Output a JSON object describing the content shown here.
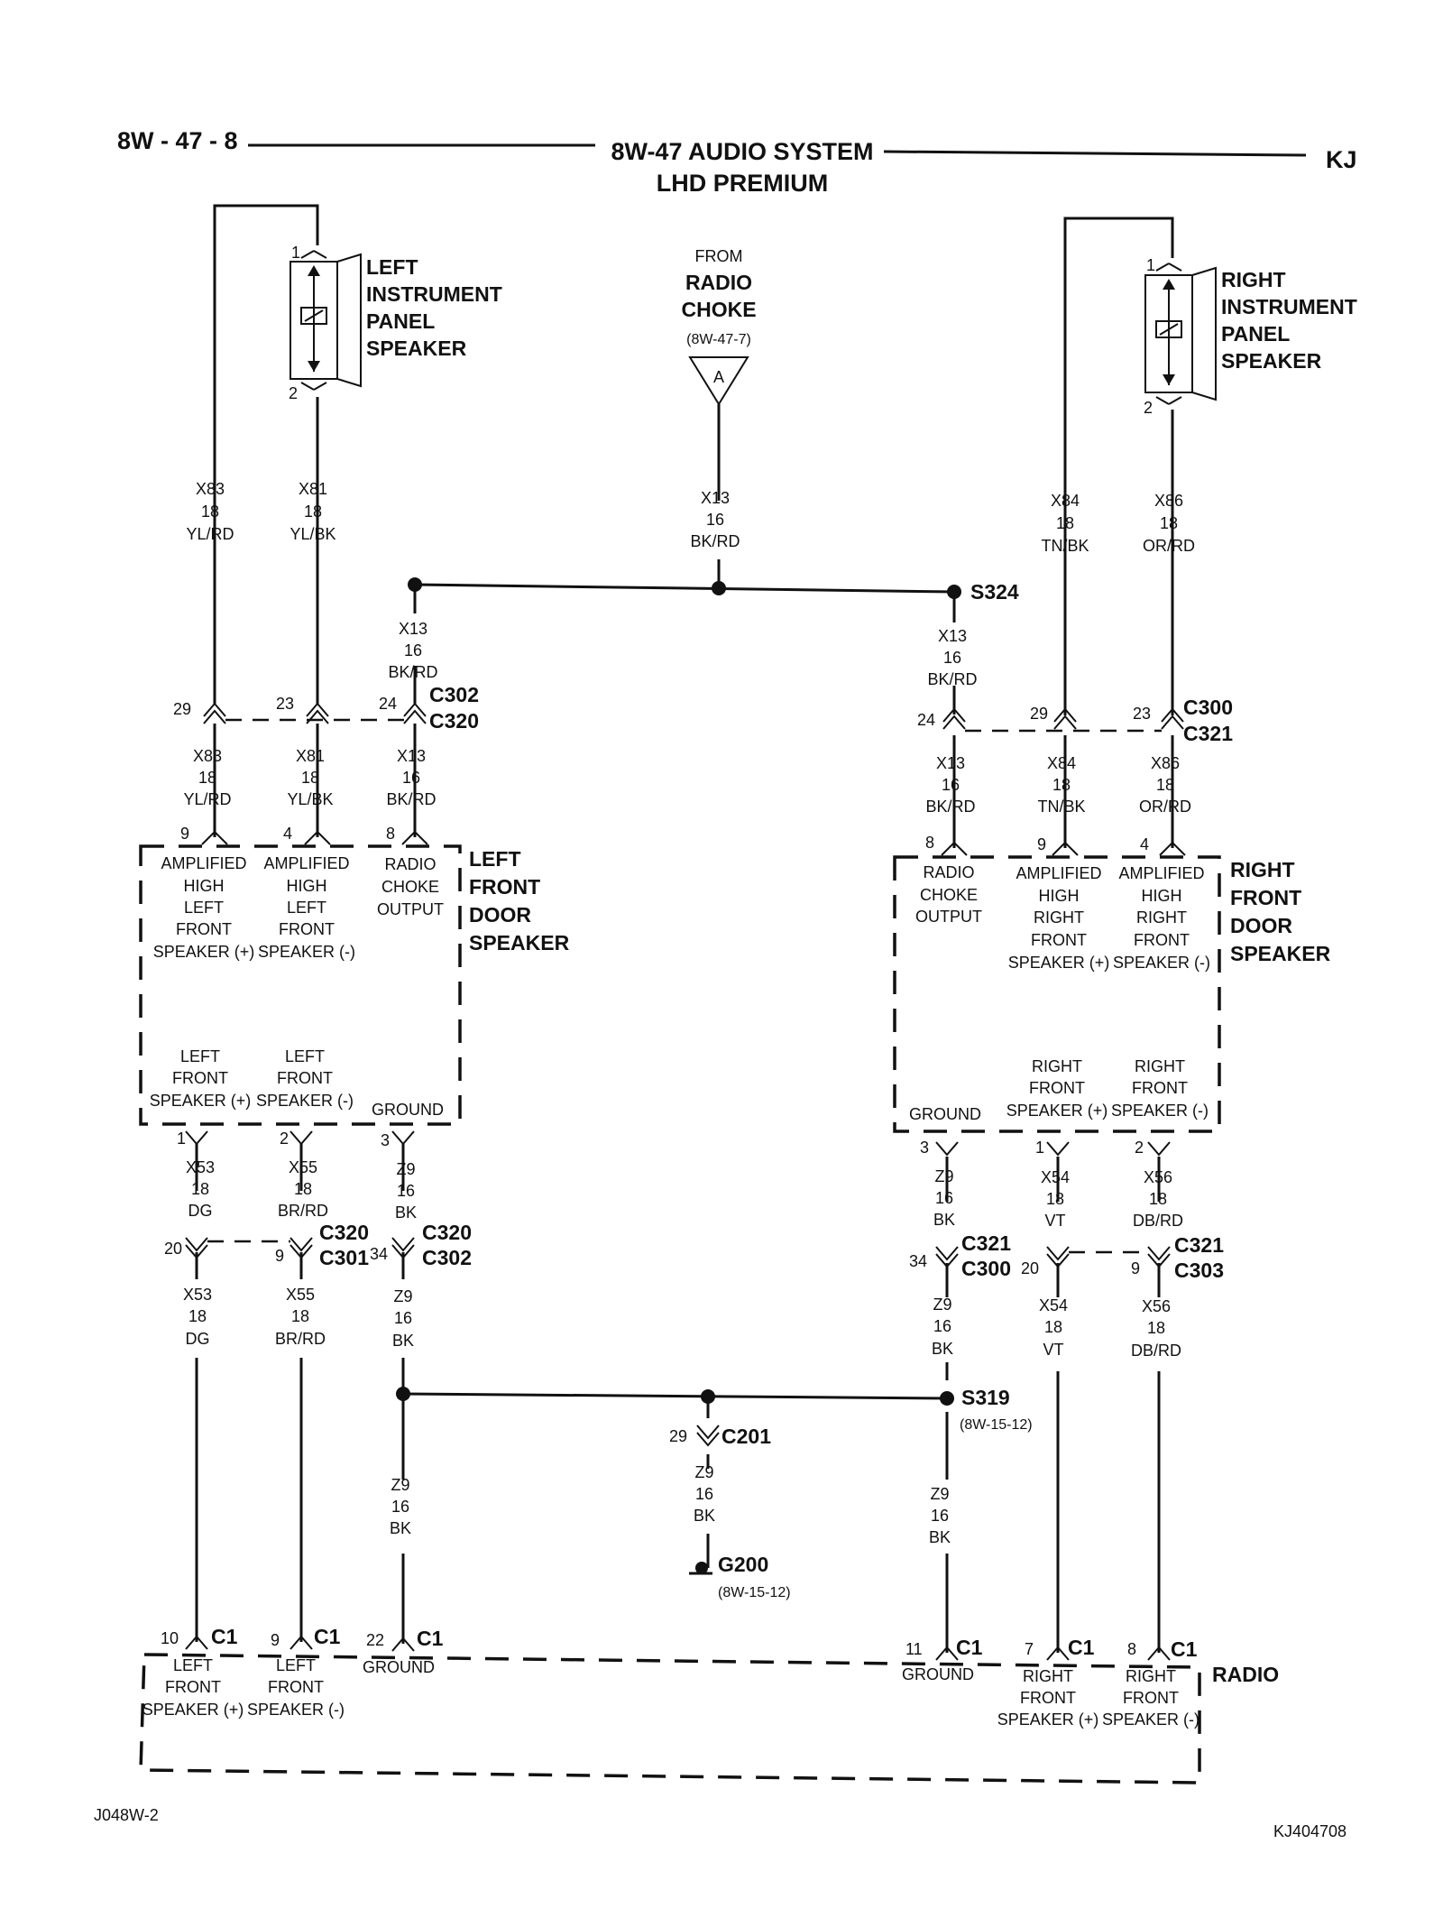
{
  "header": {
    "page_ref": "8W - 47 - 8",
    "title": "8W-47 AUDIO SYSTEM",
    "subtitle": "LHD PREMIUM",
    "model": "KJ"
  },
  "left_ip_speaker": {
    "name_lines": [
      "LEFT",
      "INSTRUMENT",
      "PANEL",
      "SPEAKER"
    ],
    "pins": [
      "1",
      "2"
    ]
  },
  "right_ip_speaker": {
    "name_lines": [
      "RIGHT",
      "INSTRUMENT",
      "PANEL",
      "SPEAKER"
    ],
    "pins": [
      "1",
      "2"
    ]
  },
  "radio_choke_ref": {
    "from": "FROM",
    "name_lines": [
      "RADIO",
      "CHOKE"
    ],
    "ref": "(8W-47-7)",
    "letter": "A"
  },
  "wires": {
    "x83": [
      "X83",
      "18",
      "YL/RD"
    ],
    "x81": [
      "X81",
      "18",
      "YL/BK"
    ],
    "x84": [
      "X84",
      "18",
      "TN/BK"
    ],
    "x86": [
      "X86",
      "18",
      "OR/RD"
    ],
    "x13_bk": [
      "X13",
      "16",
      "BK/RD"
    ],
    "x53": [
      "X53",
      "18",
      "DG"
    ],
    "x55": [
      "X55",
      "18",
      "BR/RD"
    ],
    "x54": [
      "X54",
      "18",
      "VT"
    ],
    "x56": [
      "X56",
      "18",
      "DB/RD"
    ],
    "z9": [
      "Z9",
      "16",
      "BK"
    ]
  },
  "splices": {
    "s324": "S324",
    "s319": "S319",
    "s319_ref": "(8W-15-12)"
  },
  "connectors": {
    "c302": "C302",
    "c320": "C320",
    "c300": "C300",
    "c321": "C321",
    "c301": "C301",
    "c303": "C303",
    "c201": "C201",
    "c1": "C1"
  },
  "pins": {
    "p29": "29",
    "p23": "23",
    "p24": "24",
    "p9": "9",
    "p4": "4",
    "p8": "8",
    "p1": "1",
    "p2": "2",
    "p3": "3",
    "p20": "20",
    "p34": "34",
    "p10": "10",
    "p22": "22",
    "p11": "11",
    "p7": "7"
  },
  "ground": {
    "name": "G200",
    "ref": "(8W-15-12)"
  },
  "left_door": {
    "name_lines": [
      "LEFT",
      "FRONT",
      "DOOR",
      "SPEAKER"
    ],
    "in_amp_pos": [
      "AMPLIFIED",
      "HIGH",
      "LEFT",
      "FRONT",
      "SPEAKER (+)"
    ],
    "in_amp_neg": [
      "AMPLIFIED",
      "HIGH",
      "LEFT",
      "FRONT",
      "SPEAKER (-)"
    ],
    "in_choke": [
      "RADIO",
      "CHOKE",
      "OUTPUT"
    ],
    "out_pos": [
      "LEFT",
      "FRONT",
      "SPEAKER (+)"
    ],
    "out_neg": [
      "LEFT",
      "FRONT",
      "SPEAKER (-)"
    ],
    "out_ground": "GROUND"
  },
  "right_door": {
    "name_lines": [
      "RIGHT",
      "FRONT",
      "DOOR",
      "SPEAKER"
    ],
    "in_choke": [
      "RADIO",
      "CHOKE",
      "OUTPUT"
    ],
    "in_amp_pos": [
      "AMPLIFIED",
      "HIGH",
      "RIGHT",
      "FRONT",
      "SPEAKER (+)"
    ],
    "in_amp_neg": [
      "AMPLIFIED",
      "HIGH",
      "RIGHT",
      "FRONT",
      "SPEAKER (-)"
    ],
    "out_ground": "GROUND",
    "out_pos": [
      "RIGHT",
      "FRONT",
      "SPEAKER (+)"
    ],
    "out_neg": [
      "RIGHT",
      "FRONT",
      "SPEAKER (-)"
    ]
  },
  "radio": {
    "name": "RADIO",
    "lf_pos": [
      "LEFT",
      "FRONT",
      "SPEAKER (+)"
    ],
    "lf_neg": [
      "LEFT",
      "FRONT",
      "SPEAKER (-)"
    ],
    "ground_left": "GROUND",
    "ground_right": "GROUND",
    "rf_pos": [
      "RIGHT",
      "FRONT",
      "SPEAKER (+)"
    ],
    "rf_neg": [
      "RIGHT",
      "FRONT",
      "SPEAKER (-)"
    ]
  },
  "footer": {
    "left": "J048W-2",
    "right": "KJ404708"
  }
}
